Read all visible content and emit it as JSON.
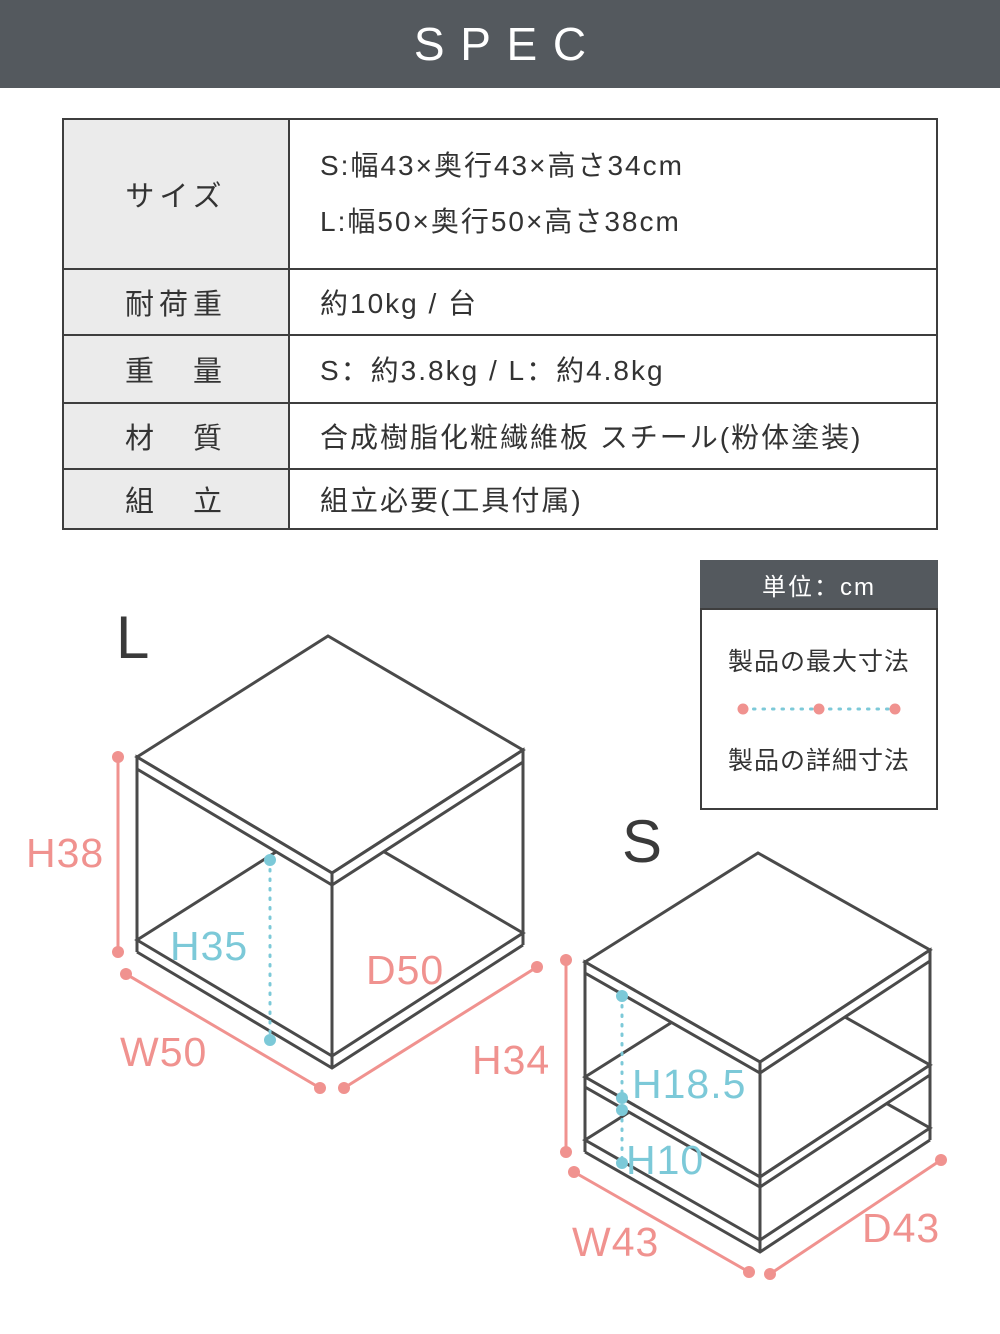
{
  "header": {
    "title": "SPEC"
  },
  "spec_table": {
    "rows": [
      {
        "label": "サイズ",
        "lines": [
          "S:幅43×奥行43×高さ34cm",
          "L:幅50×奥行50×高さ38cm"
        ]
      },
      {
        "label": "耐荷重",
        "lines": [
          "約10kg / 台"
        ]
      },
      {
        "label": "重　量",
        "lines": [
          "S：約3.8kg / L：約4.8kg"
        ]
      },
      {
        "label": "材　質",
        "lines": [
          "合成樹脂化粧繊維板 スチール(粉体塗装)"
        ]
      },
      {
        "label": "組　立",
        "lines": [
          "組立必要(工具付属)"
        ]
      }
    ]
  },
  "legend": {
    "unit": "単位：cm",
    "max_label": "製品の最大寸法",
    "detail_label": "製品の詳細寸法"
  },
  "diagrams": {
    "large": {
      "title": "L",
      "height": "H38",
      "inner_height": "H35",
      "width": "W50",
      "depth": "D50"
    },
    "small": {
      "title": "S",
      "height": "H34",
      "shelf_height": "H18.5",
      "bottom_height": "H10",
      "width": "W43",
      "depth": "D43"
    }
  },
  "colors": {
    "header_bg": "#54595e",
    "max_dim": "#f0928f",
    "detail_dim": "#7cc9d8"
  }
}
